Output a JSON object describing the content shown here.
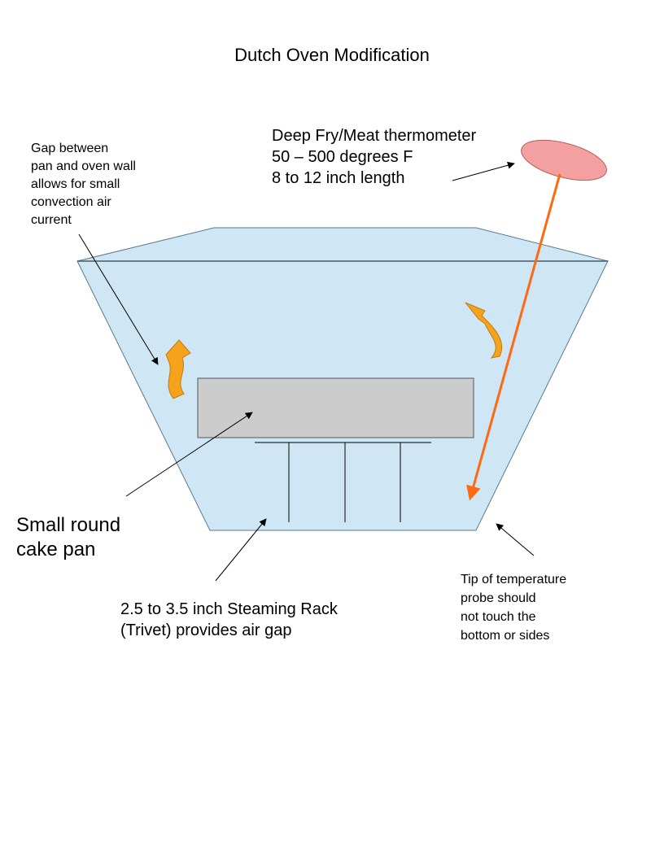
{
  "title": "Dutch Oven Modification",
  "labels": {
    "gap": "Gap between\npan and oven wall\nallows for small\nconvection air\ncurrent",
    "thermometer": "Deep Fry/Meat thermometer\n50 – 500 degrees F\n8 to 12 inch length",
    "pan": "Small round\ncake pan",
    "rack": "2.5 to 3.5 inch Steaming Rack\n(Trivet) provides air gap",
    "tip": "Tip of temperature\nprobe should\nnot touch the\nbottom or sides"
  },
  "colors": {
    "oven_fill": "#cfe7f5",
    "oven_stroke": "#5a7a8c",
    "pan_fill": "#cccccc",
    "pan_stroke": "#555555",
    "thermometer_dial": "#f4a0a0",
    "thermometer_probe": "#ff6a10",
    "convection_arrow": "#f5a21c",
    "pointer_line": "#000000"
  },
  "icons": [
    "convection-arrow-icon",
    "thermometer-dial-icon",
    "pointer-arrow-icon"
  ]
}
